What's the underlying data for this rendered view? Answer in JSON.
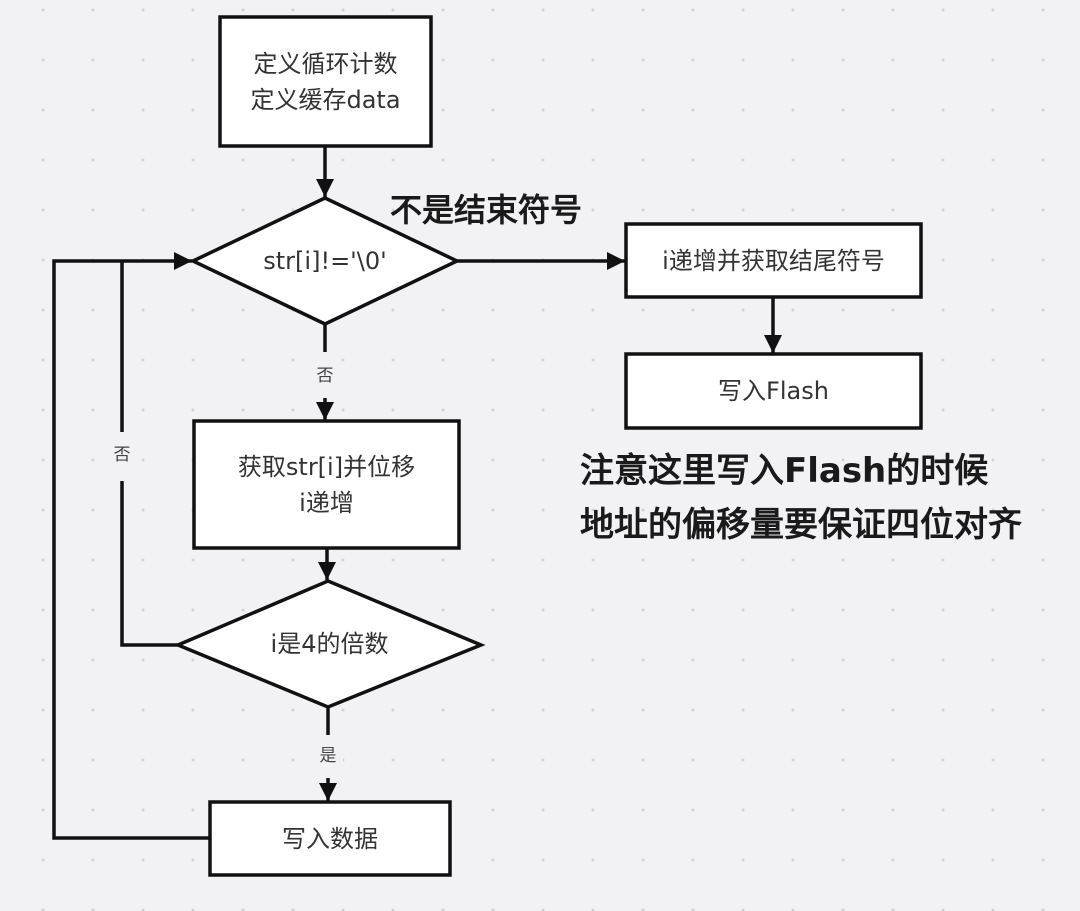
{
  "diagram": {
    "type": "flowchart",
    "colors": {
      "background": "#f2f2f4",
      "stroke": "#111111",
      "node_fill": "#ffffff",
      "text": "#333333",
      "annotation_text": "#1a1a1a"
    },
    "nodes": {
      "init": {
        "shape": "rectangle",
        "lines": [
          "定义循环计数",
          "定义缓存data"
        ]
      },
      "check_end": {
        "shape": "diamond",
        "text": "str[i]!='\\0'"
      },
      "get_tail": {
        "shape": "rectangle",
        "text": "i递增并获取结尾符号"
      },
      "write_flash": {
        "shape": "rectangle",
        "text": "写入Flash"
      },
      "get_char": {
        "shape": "rectangle",
        "lines": [
          "获取str[i]并位移",
          "i递增"
        ]
      },
      "check_mult4": {
        "shape": "diamond",
        "text": "i是4的倍数"
      },
      "write_data": {
        "shape": "rectangle",
        "text": "写入数据"
      }
    },
    "edges": [
      {
        "from": "init",
        "to": "check_end",
        "label": ""
      },
      {
        "from": "check_end",
        "to": "get_tail",
        "label": "不是结束符号"
      },
      {
        "from": "get_tail",
        "to": "write_flash",
        "label": ""
      },
      {
        "from": "check_end",
        "to": "get_char",
        "label": "否"
      },
      {
        "from": "get_char",
        "to": "check_mult4",
        "label": ""
      },
      {
        "from": "check_mult4",
        "to": "check_end",
        "label": "否"
      },
      {
        "from": "check_mult4",
        "to": "write_data",
        "label": "是"
      },
      {
        "from": "write_data",
        "to": "check_end",
        "label": ""
      }
    ],
    "annotation": {
      "lines": [
        "注意这里写入Flash的时候",
        "地址的偏移量要保证四位对齐"
      ]
    }
  }
}
